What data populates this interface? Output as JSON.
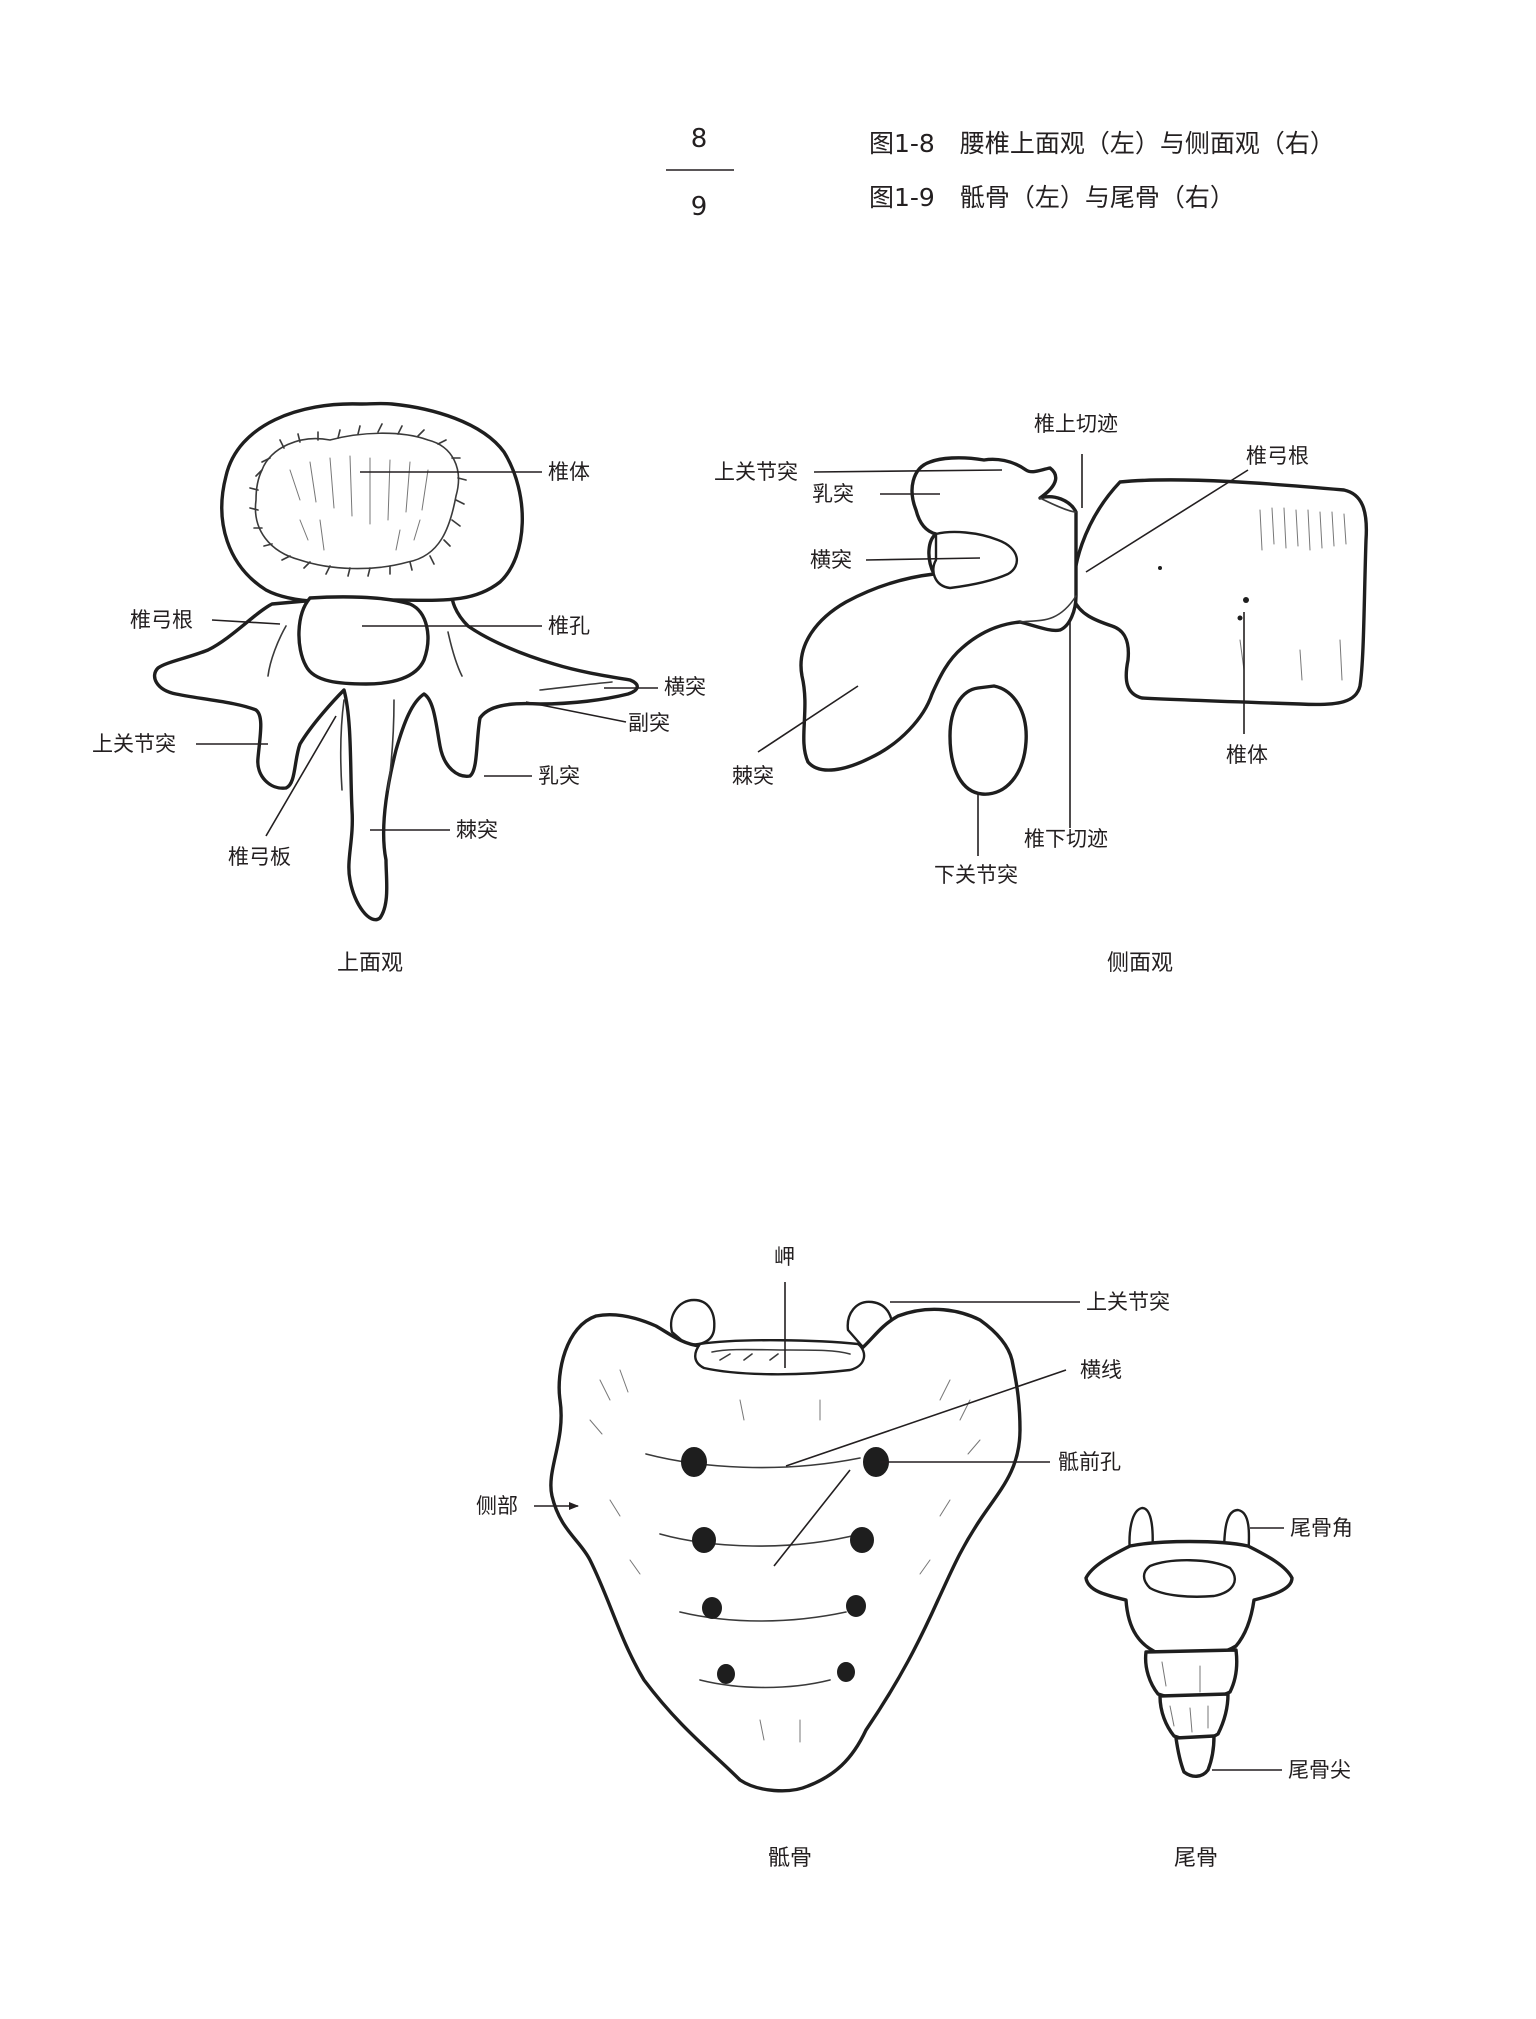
{
  "header": {
    "page_top": "8",
    "page_bottom": "9",
    "fig_1_8": "图1-8　腰椎上面观（左）与侧面观（右）",
    "fig_1_9": "图1-9　骶骨（左）与尾骨（右）"
  },
  "superior_view": {
    "caption": "上面观",
    "labels": {
      "body": "椎体",
      "pedicle": "椎弓根",
      "foramen": "椎孔",
      "transverse": "横突",
      "accessory": "副突",
      "sup_articular": "上关节突",
      "mammillary": "乳突",
      "spinous": "棘突",
      "lamina": "椎弓板"
    }
  },
  "lateral_view": {
    "caption": "侧面观",
    "labels": {
      "sup_notch": "椎上切迹",
      "pedicle": "椎弓根",
      "sup_articular": "上关节突",
      "mammillary": "乳突",
      "transverse": "横突",
      "spinous": "棘突",
      "inf_notch": "椎下切迹",
      "inf_articular": "下关节突",
      "body": "椎体"
    }
  },
  "sacrum": {
    "caption": "骶骨",
    "labels": {
      "promontory": "岬",
      "sup_articular": "上关节突",
      "transverse_line": "横线",
      "ant_foramina": "骶前孔",
      "lateral_part": "侧部"
    }
  },
  "coccyx": {
    "caption": "尾骨",
    "labels": {
      "cornu": "尾骨角",
      "apex": "尾骨尖"
    }
  }
}
